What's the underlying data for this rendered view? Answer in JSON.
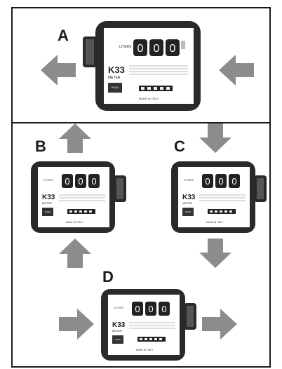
{
  "labels": {
    "a": "A",
    "b": "B",
    "c": "C",
    "d": "D"
  },
  "meter": {
    "unit": "LITERS",
    "model": "K33",
    "subtitle": "METER",
    "brand": "PIUSI",
    "origin": "MADE IN ITALY",
    "digits": [
      "0",
      "0",
      "0"
    ]
  },
  "colors": {
    "frame": "#1a1a1a",
    "arrow": "#8c8c8c",
    "meter_body": "#2a2a2a",
    "meter_face": "#ffffff"
  }
}
